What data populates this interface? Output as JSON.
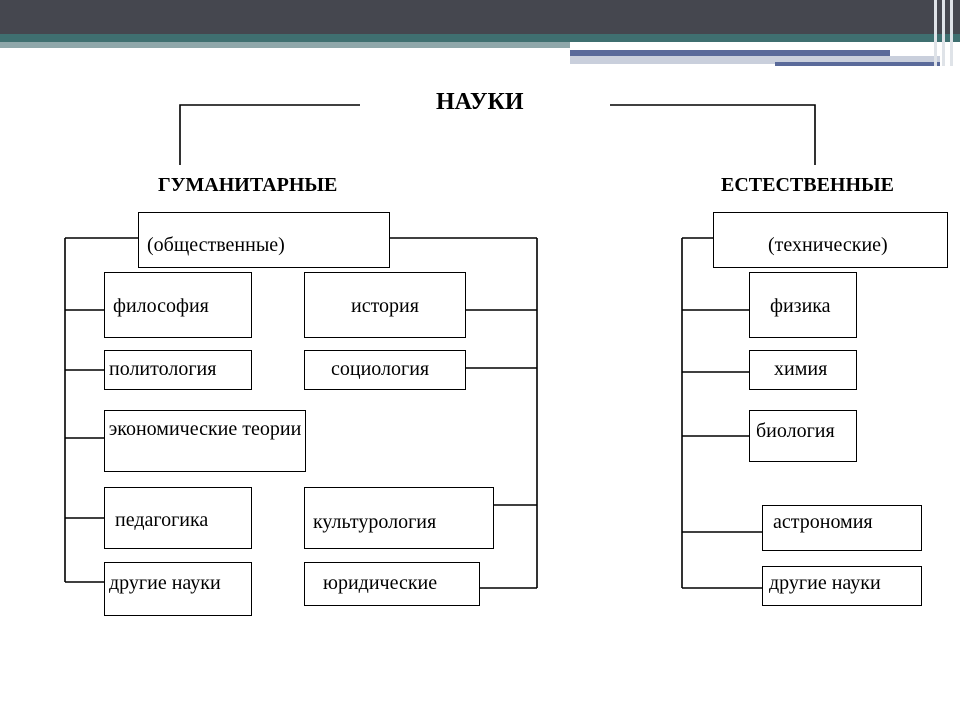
{
  "title": "НАУКИ",
  "humanities": {
    "heading": "ГУМАНИТАРНЫЕ",
    "subgroup": "(общественные)",
    "left_items": [
      "философия",
      "политология",
      "экономические теории",
      "педагогика",
      "другие науки"
    ],
    "right_items": [
      "история",
      "социология",
      "культурология",
      "юридические"
    ]
  },
  "natural": {
    "heading": "ЕСТЕСТВЕННЫЕ",
    "subgroup": "(технические)",
    "items": [
      "физика",
      "химия",
      "биология",
      "астрономия",
      "другие науки"
    ]
  },
  "colors": {
    "header_dark": "#45474f",
    "header_teal": "#3f6f70",
    "header_blue": "#5a6a9a"
  }
}
